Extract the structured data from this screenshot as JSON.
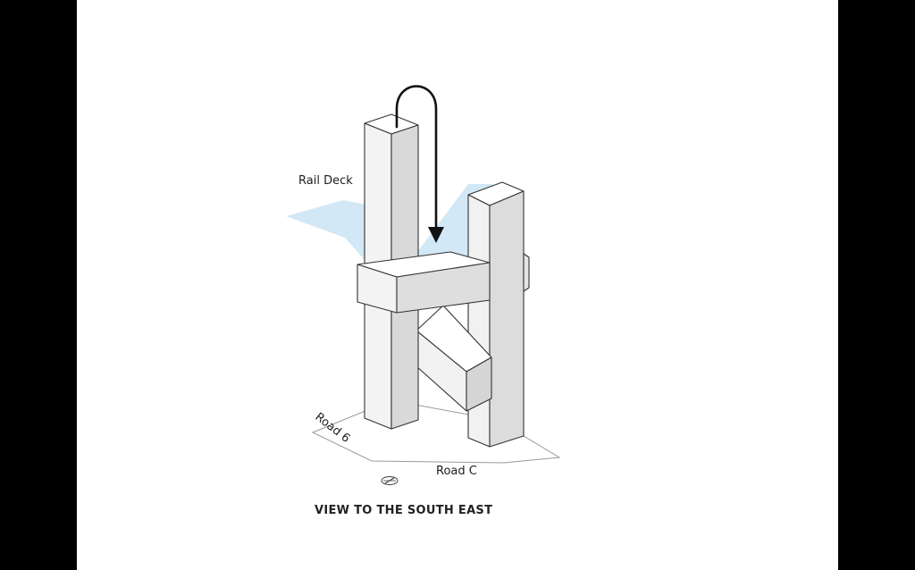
{
  "labels": {
    "rail_deck": "Rail Deck",
    "road_6": "Road 6",
    "road_c": "Road C",
    "caption": "VIEW TO THE SOUTH EAST"
  },
  "icons": {
    "north_arrow": "north-arrow-icon",
    "circulation_arrow": "down-arrow-icon"
  },
  "colors": {
    "background": "#ffffff",
    "letterbox": "#000000",
    "rail_deck_fill": "#cde6f5",
    "block_top": "#ffffff",
    "block_front": "#f2f2f2",
    "block_side": "#d8d8d8",
    "outline": "#333333",
    "arrow": "#111111"
  }
}
